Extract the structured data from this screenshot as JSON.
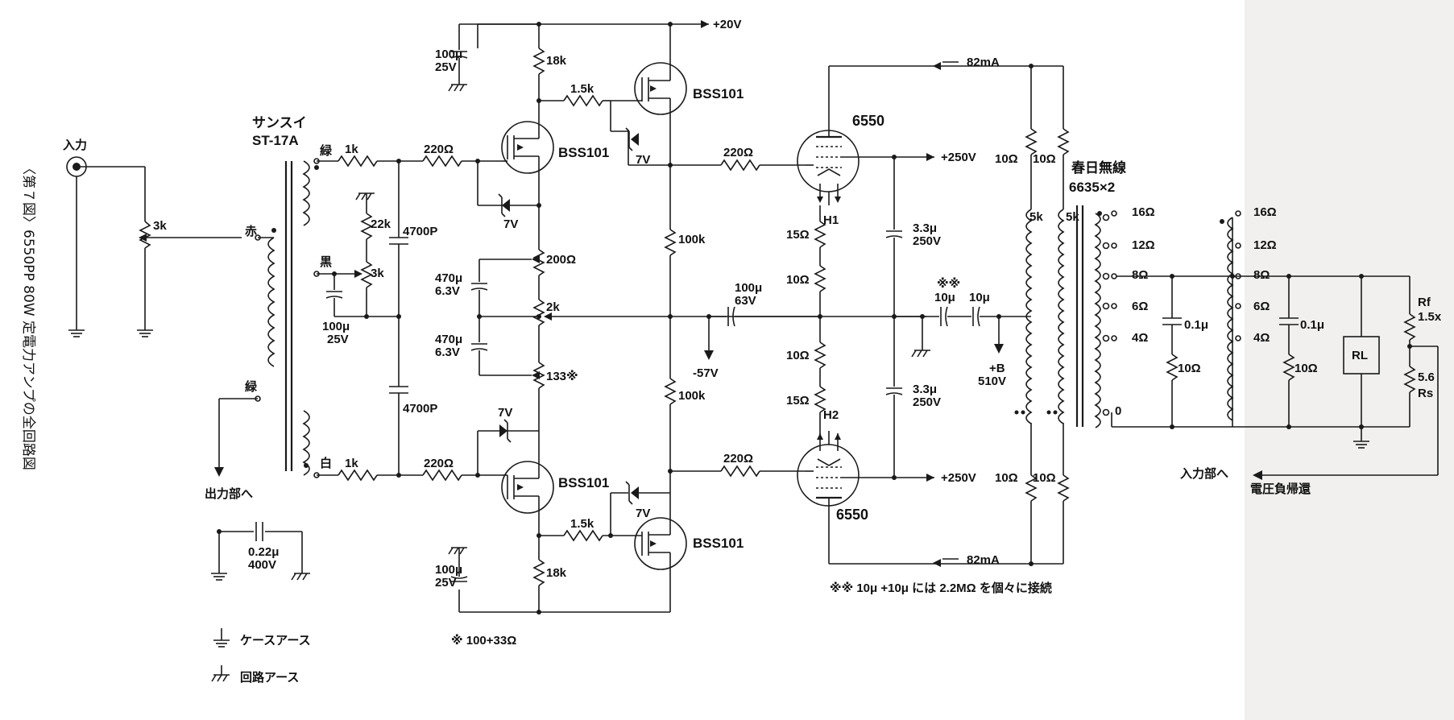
{
  "caption": "〈第７図〉6550PP 80W 定電力アンプの全回路図",
  "input": {
    "label": "入力",
    "pot": "3k"
  },
  "transformer_in": {
    "maker": "サンスイ",
    "model": "ST-17A",
    "tap_green": "緑",
    "tap_red": "赤",
    "tap_black": "黒",
    "tap_green2": "緑",
    "tap_white": "白"
  },
  "to_output": "出力部へ",
  "c_case": {
    "value": "0.22μ",
    "voltage": "400V"
  },
  "legend": {
    "case_ground": "ケースアース",
    "circuit_ground": "回路アース"
  },
  "note_133": "※ 100+33Ω",
  "note_10u": "※※ 10μ +10μ には 2.2MΩ を個々に接続",
  "supply_top": "+20V",
  "parts": {
    "r1k_top": "1k",
    "r1k_bot": "1k",
    "r220_top": "220Ω",
    "r220_bot": "220Ω",
    "r22k": "22k",
    "pot3k": "3k",
    "c4700_top": "4700P",
    "c4700_bot": "4700P",
    "c100u25_left": "100μ",
    "c100u25_left_v": "25V",
    "c100u25_top": "100μ",
    "c100u25_top_v": "25V",
    "c100u25_bot": "100μ",
    "c100u25_bot_v": "25V",
    "r18k_top": "18k",
    "r18k_bot": "18k",
    "r15k_top": "1.5k",
    "r15k_bot": "1.5k",
    "q_top_main": "BSS101",
    "q_top_aux": "BSS101",
    "q_bot_main": "BSS101",
    "q_bot_aux": "BSS101",
    "z7v_a": "7V",
    "z7v_b": "7V",
    "z7v_c": "7V",
    "z7v_d": "7V",
    "r200": "200Ω",
    "pot2k": "2k",
    "r133": "133※",
    "c470_top": "470μ",
    "c470_top_v": "6.3V",
    "c470_bot": "470μ",
    "c470_bot_v": "6.3V",
    "r100k_top": "100k",
    "r100k_bot": "100k",
    "c100u63": "100μ",
    "c100u63_v": "63V",
    "v_minus57": "-57V",
    "rg_top": "220Ω",
    "rg_bot": "220Ω",
    "tube_top": "6550",
    "tube_bot": "6550",
    "h1": "H1",
    "h2": "H2",
    "r15_top": "15Ω",
    "r10_top": "10Ω",
    "r10_bot": "10Ω",
    "r15_bot": "15Ω",
    "plus250_top": "+250V",
    "plus250_bot": "+250V",
    "c33_top": "3.3μ",
    "c33_top_v": "250V",
    "c33_bot": "3.3μ",
    "c33_bot_v": "250V",
    "c10u_a": "10μ",
    "c10u_b": "10μ",
    "c10u_mark": "※※",
    "bplus": "+B",
    "bplus_v": "510V",
    "i_top": "82mA",
    "i_bot": "82mA",
    "r10_fb1": "10Ω",
    "r10_fb2": "10Ω",
    "r10_fb3": "10Ω",
    "r10_fb4": "10Ω",
    "ot_maker": "春日無線",
    "ot_model": "6635×2",
    "ot_5k_a": "5k",
    "ot_5k_b": "5k",
    "tap16": "16Ω",
    "tap12": "12Ω",
    "tap8": "8Ω",
    "tap6": "6Ω",
    "tap4": "4Ω",
    "tap0": "0",
    "c01_a": "0.1μ",
    "c01_b": "0.1μ",
    "r10_z1": "10Ω",
    "r10_z2": "10Ω",
    "tap16b": "16Ω",
    "tap12b": "12Ω",
    "tap8b": "8Ω",
    "tap6b": "6Ω",
    "tap4b": "4Ω",
    "rl": "RL",
    "rf": "Rf",
    "rf_v": "1.5x",
    "rs": "Rs",
    "rs_v": "5.6"
  },
  "to_input": "入力部へ",
  "nfb": "電圧負帰還"
}
